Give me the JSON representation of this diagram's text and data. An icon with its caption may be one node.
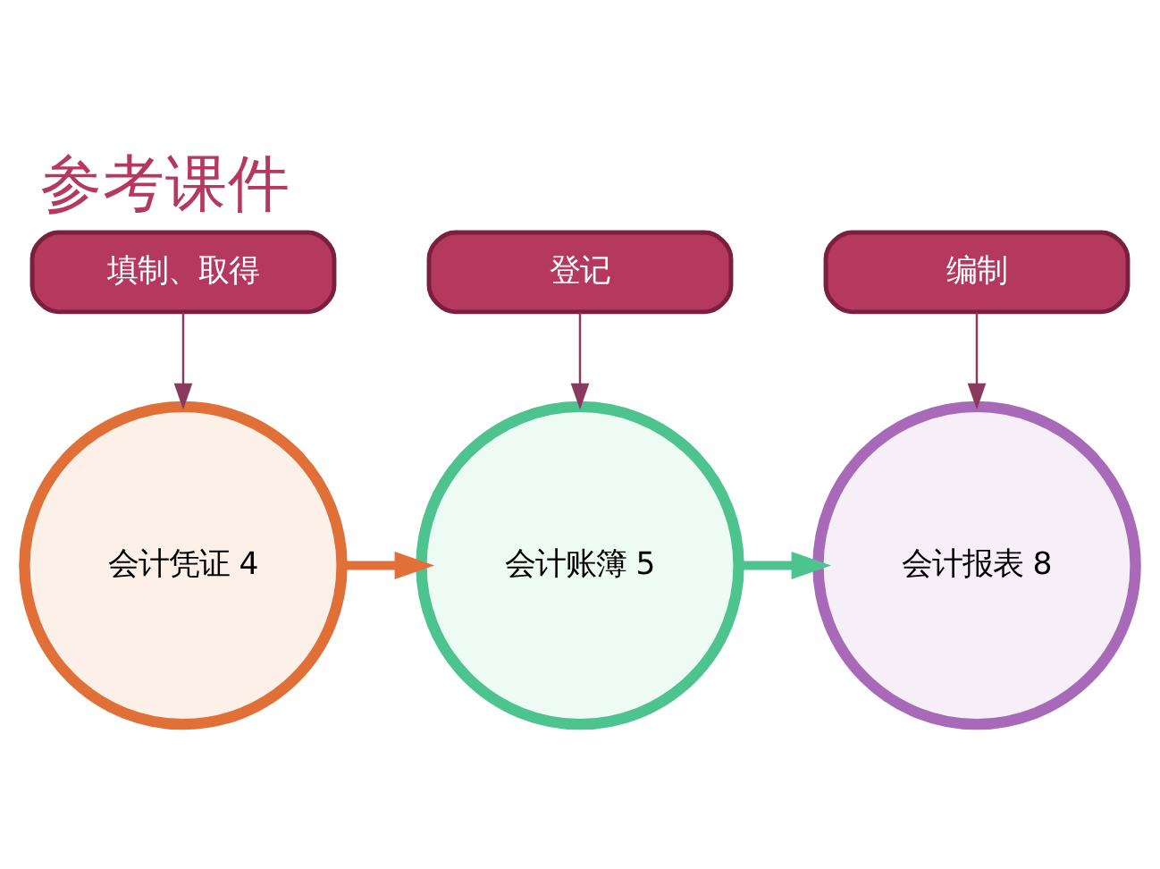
{
  "diagram": {
    "title": "参考课件",
    "nodes": [
      {
        "text": [
          "填制、取得"
        ]
      },
      {
        "text": [
          "登记"
        ]
      },
      {
        "text": [
          "编制"
        ]
      },
      {
        "text": [
          "会计凭证 4"
        ]
      },
      {
        "text": [
          "会计账簿 5"
        ]
      },
      {
        "text": [
          "会计报表 8"
        ]
      }
    ],
    "edges": [
      {
        "from": 0,
        "to": 3,
        "arrow": "to"
      },
      {
        "from": 1,
        "to": 4,
        "arrow": "to"
      },
      {
        "from": 2,
        "to": 5,
        "arrow": "to"
      },
      {
        "from": 3,
        "to": 4,
        "arrow": "to",
        "style": "thick",
        "color": "#e07038"
      },
      {
        "from": 4,
        "to": 5,
        "arrow": "to",
        "style": "thick",
        "color": "#4dc38f"
      }
    ]
  }
}
